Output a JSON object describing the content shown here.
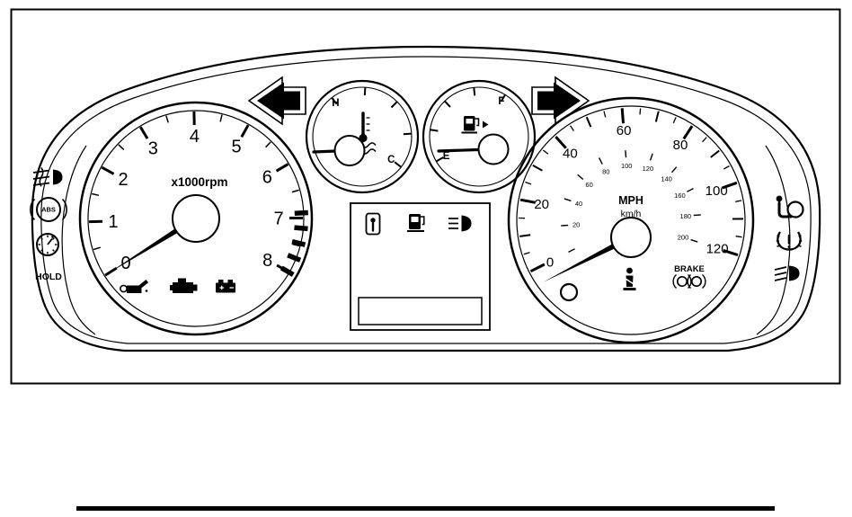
{
  "cluster": {
    "tachometer": {
      "numbers": [
        "0",
        "1",
        "2",
        "3",
        "4",
        "5",
        "6",
        "7",
        "8"
      ],
      "unit_label": "x1000rpm"
    },
    "temperature_gauge": {
      "high_label": "H",
      "low_label": "C"
    },
    "fuel_gauge": {
      "empty_label": "E",
      "full_label": "F"
    },
    "speedometer": {
      "mph_numbers": [
        "0",
        "20",
        "40",
        "60",
        "80",
        "100",
        "120"
      ],
      "kmh_numbers": [
        "20",
        "40",
        "60",
        "80",
        "100",
        "120",
        "140",
        "160",
        "180",
        "200"
      ],
      "primary_unit_label": "MPH",
      "secondary_unit_label": "km/h",
      "brake_label": "BRAKE"
    },
    "left_indicators": {
      "abs_label": "ABS",
      "hold_label": "HOLD"
    },
    "icons": {
      "turn_signals": [
        "left-turn-arrow",
        "right-turn-arrow"
      ],
      "tachometer_warnings": [
        "oil-pressure",
        "check-engine",
        "battery-charge"
      ],
      "temperature_gauge": "coolant-thermometer",
      "fuel_gauge": "fuel-pump-with-filler-arrow",
      "speedometer": [
        "seat-belt-reminder",
        "parking-brake",
        "trip-knob"
      ],
      "message_panel": [
        "door-ajar",
        "fuel-pump",
        "headlight-beams"
      ],
      "left_panel": [
        "front-fog-lamp",
        "abs",
        "clock-indicator"
      ],
      "right_panel": [
        "airbag",
        "tire-pressure-warning",
        "low-beam-headlight"
      ]
    }
  }
}
